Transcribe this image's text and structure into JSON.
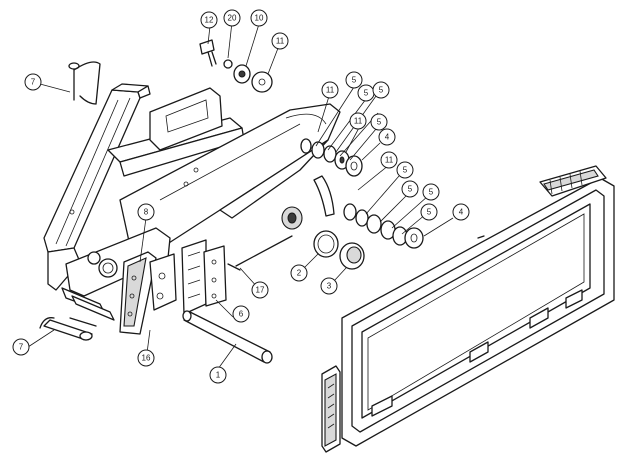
{
  "callouts": [
    {
      "id": "c1",
      "label": "1"
    },
    {
      "id": "c2",
      "label": "2"
    },
    {
      "id": "c3",
      "label": "3"
    },
    {
      "id": "c4a",
      "label": "4"
    },
    {
      "id": "c4b",
      "label": "4"
    },
    {
      "id": "c5a",
      "label": "5"
    },
    {
      "id": "c5b",
      "label": "5"
    },
    {
      "id": "c5c",
      "label": "5"
    },
    {
      "id": "c5d",
      "label": "5"
    },
    {
      "id": "c5e",
      "label": "5"
    },
    {
      "id": "c5f",
      "label": "5"
    },
    {
      "id": "c5g",
      "label": "5"
    },
    {
      "id": "c5h",
      "label": "5"
    },
    {
      "id": "c6",
      "label": "6"
    },
    {
      "id": "c7a",
      "label": "7"
    },
    {
      "id": "c7b",
      "label": "7"
    },
    {
      "id": "c8",
      "label": "8"
    },
    {
      "id": "c10",
      "label": "10"
    },
    {
      "id": "c11a",
      "label": "11"
    },
    {
      "id": "c11b",
      "label": "11"
    },
    {
      "id": "c11c",
      "label": "11"
    },
    {
      "id": "c11d",
      "label": "11"
    },
    {
      "id": "c12",
      "label": "12"
    },
    {
      "id": "c16",
      "label": "16"
    },
    {
      "id": "c17",
      "label": "17"
    },
    {
      "id": "c20",
      "label": "20"
    }
  ]
}
